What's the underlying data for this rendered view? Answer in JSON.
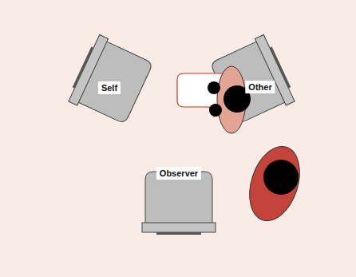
{
  "diagram": {
    "nodes": [
      {
        "text": [
          "Self"
        ]
      },
      {
        "text": [
          "Other"
        ]
      },
      {
        "text": [
          "Observer"
        ]
      }
    ]
  }
}
